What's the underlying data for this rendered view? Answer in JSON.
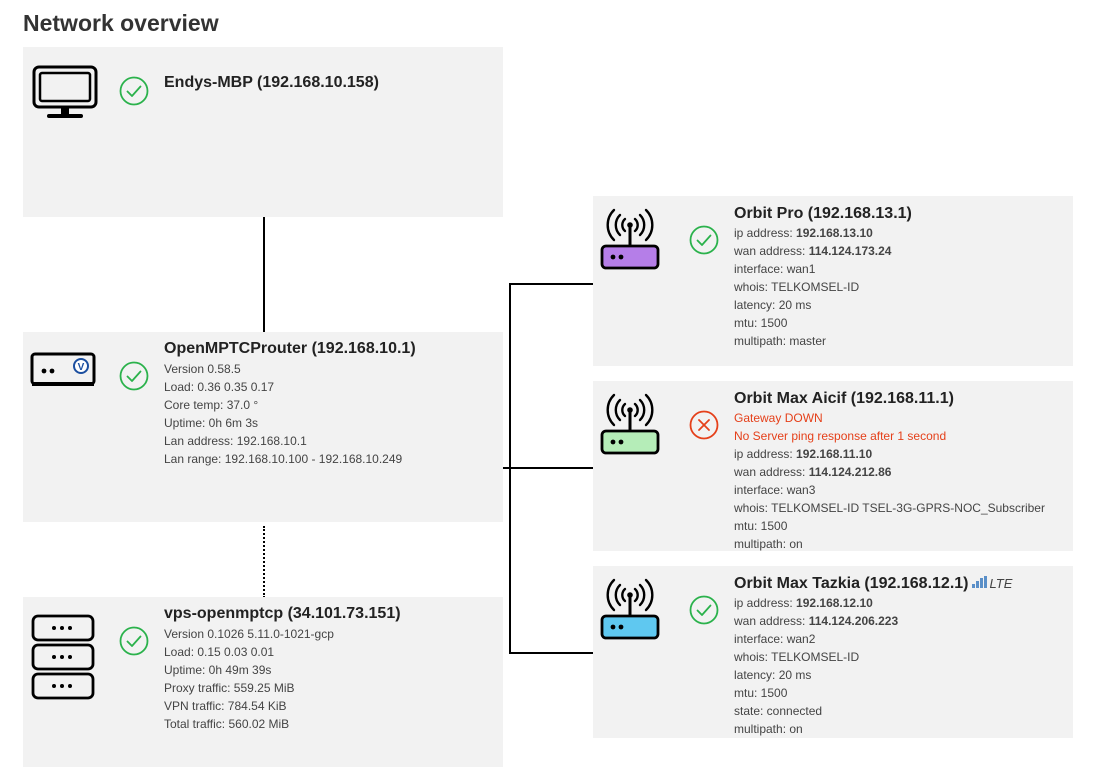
{
  "page": {
    "title": "Network overview"
  },
  "client": {
    "name": "Endys-MBP (192.168.10.158)",
    "icon": "monitor-icon",
    "status": "ok"
  },
  "router": {
    "name": "OpenMPTCProuter (192.168.10.1)",
    "icon": "router-box-icon",
    "status": "ok",
    "lines": [
      "Version 0.58.5",
      "Load: 0.36 0.35 0.17",
      "Core temp: 37.0 °",
      "Uptime: 0h 6m 3s",
      "Lan address: 192.168.10.1",
      "Lan range: 192.168.10.100 - 192.168.10.249"
    ]
  },
  "vps": {
    "name": "vps-openmptcp (34.101.73.151)",
    "icon": "server-stack-icon",
    "status": "ok",
    "lines": [
      "Version 0.1026 5.11.0-1021-gcp",
      "Load: 0.15 0.03 0.01",
      "Uptime: 0h 49m 39s",
      "Proxy traffic: 559.25 MiB",
      "VPN traffic: 784.54 KiB",
      "Total traffic: 560.02 MiB"
    ]
  },
  "wans": [
    {
      "name": "Orbit Pro (192.168.13.1)",
      "color": "#b57ee8",
      "status": "ok",
      "errors": [],
      "ip_label": "ip address: ",
      "ip": "192.168.13.10",
      "wan_label": "wan address: ",
      "wan": "114.124.173.24",
      "lines": [
        "interface: wan1",
        "whois: TELKOMSEL-ID",
        "latency: 20 ms",
        "mtu: 1500",
        "multipath: master"
      ]
    },
    {
      "name": "Orbit Max Aicif (192.168.11.1)",
      "color": "#b5edb8",
      "status": "error",
      "errors": [
        "Gateway DOWN",
        "No Server ping response after 1 second"
      ],
      "ip_label": "ip address: ",
      "ip": "192.168.11.10",
      "wan_label": "wan address: ",
      "wan": "114.124.212.86",
      "lines": [
        "interface: wan3",
        "whois: TELKOMSEL-ID TSEL-3G-GPRS-NOC_Subscriber",
        "mtu: 1500",
        "multipath: on"
      ]
    },
    {
      "name": "Orbit Max Tazkia (192.168.12.1)",
      "color": "#5fc8f0",
      "status": "ok",
      "network": "LTE",
      "errors": [],
      "ip_label": "ip address: ",
      "ip": "192.168.12.10",
      "wan_label": "wan address: ",
      "wan": "114.124.206.223",
      "lines": [
        "interface: wan2",
        "whois: TELKOMSEL-ID",
        "latency: 20 ms",
        "mtu: 1500",
        "state: connected",
        "multipath: on"
      ]
    }
  ],
  "colors": {
    "ok": "#2bb24c",
    "error": "#e5401a",
    "card_bg": "#f2f2f2",
    "signal": "#5a8fc8"
  }
}
